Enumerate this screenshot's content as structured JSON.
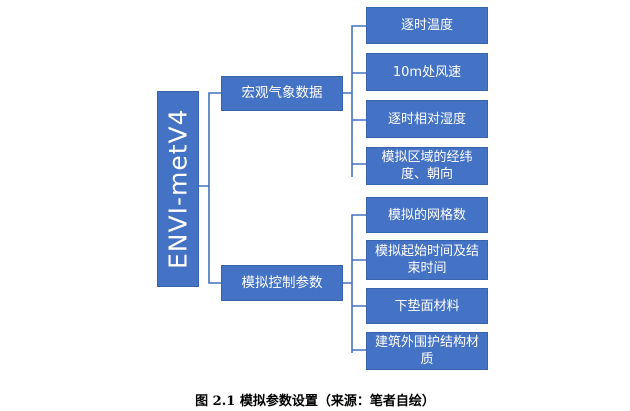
{
  "diagram": {
    "root": "ENVI-metV4",
    "branches": [
      {
        "label": "宏观气象数据",
        "children": [
          "逐时温度",
          "10m处风速",
          "逐时相对湿度",
          "模拟区域的经纬度、朝向"
        ]
      },
      {
        "label": "模拟控制参数",
        "children": [
          "模拟的网格数",
          "模拟起始时间及结束时间",
          "下垫面材料",
          "建筑外围护结构材质"
        ]
      }
    ]
  },
  "caption": "图 2.1 模拟参数设置（来源：笔者自绘）",
  "colors": {
    "box_fill": "#4472C4",
    "box_border": "#3A63AE",
    "connector": "#4472C4",
    "text": "#ffffff"
  }
}
